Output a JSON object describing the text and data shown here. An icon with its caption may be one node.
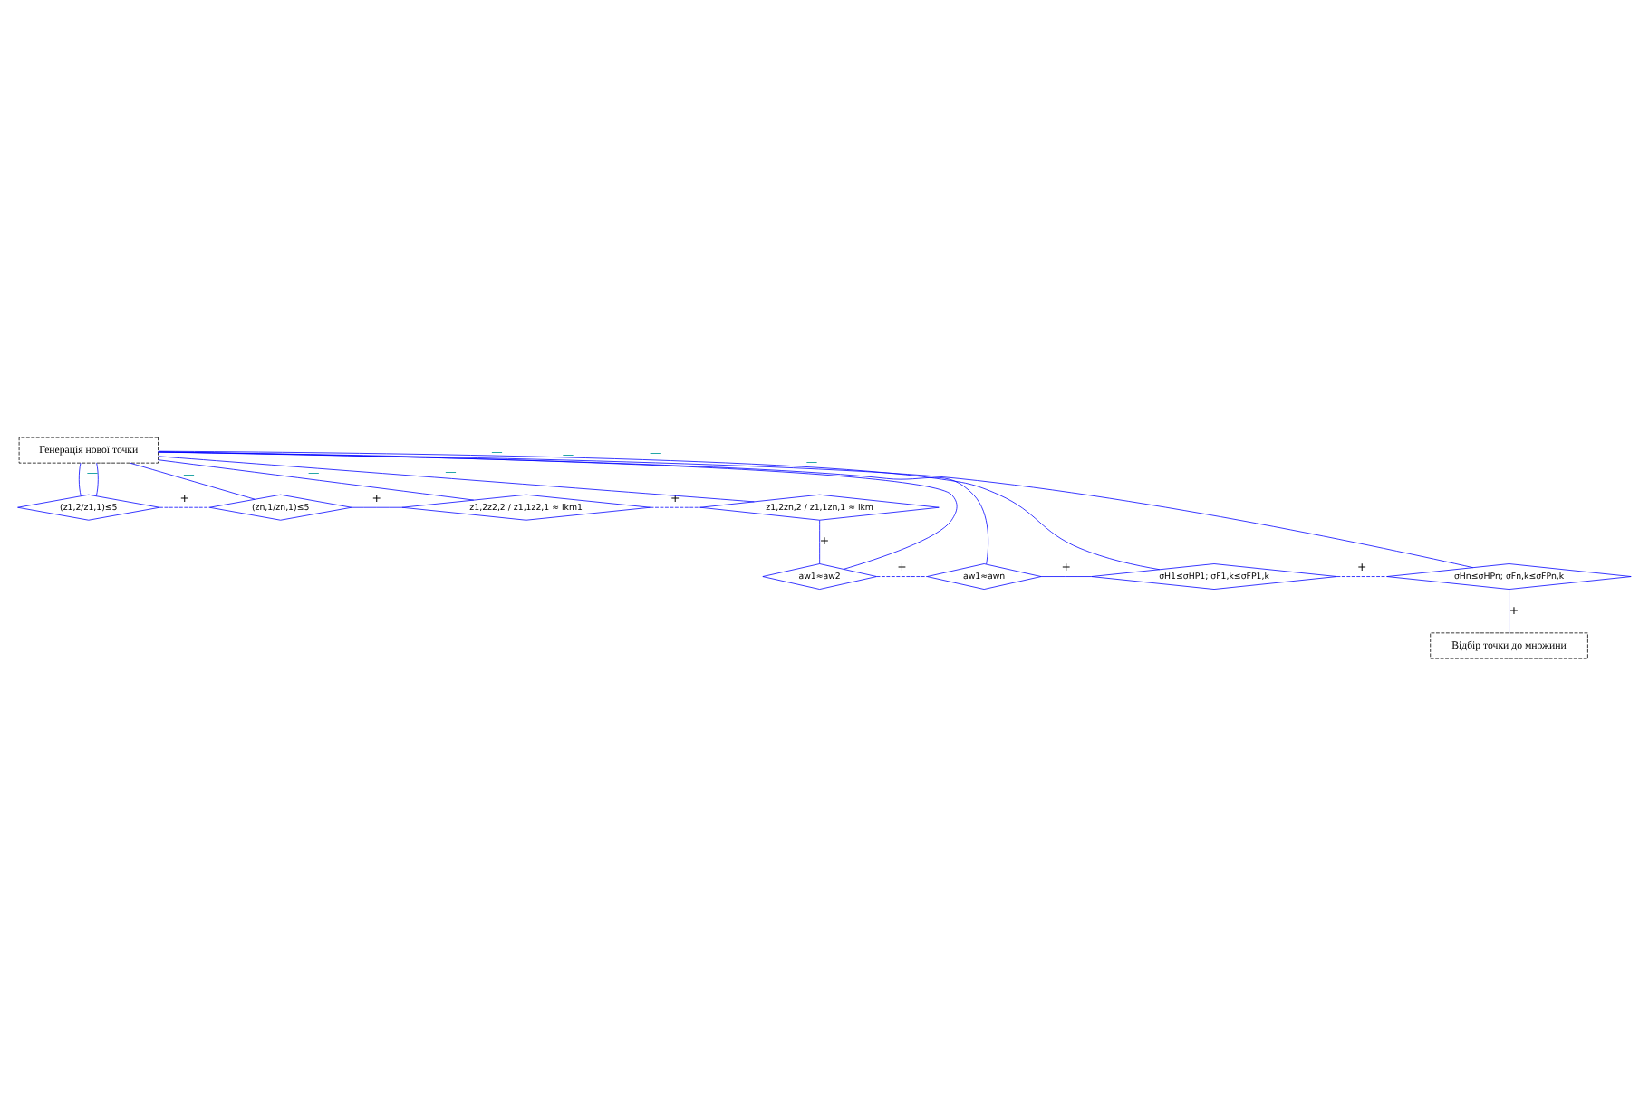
{
  "diagram": {
    "nodes": [
      {
        "text": [
          "Генерація нової точки"
        ]
      },
      {
        "text": [
          "(z1,2/z1,1)≤5"
        ]
      },
      {
        "text": [
          "(zn,1/zn,1)≤5"
        ]
      },
      {
        "text": [
          "z1,2z2,2 / z1,1z2,1 ≈ ikm1"
        ]
      },
      {
        "text": [
          "z1,2zn,2 / z1,1zn,1 ≈ ikm"
        ]
      },
      {
        "text": [
          "aw1≈aw2"
        ]
      },
      {
        "text": [
          "aw1≈awn"
        ]
      },
      {
        "text": [
          "σH1≤σHP1; σF1,k≤σFP1,k"
        ]
      },
      {
        "text": [
          "σHn≤σHPn; σFn,k≤σFPn,k"
        ]
      },
      {
        "text": [
          "Відбір точки до множини"
        ]
      }
    ],
    "edges": [
      {
        "from": 0,
        "to": 1,
        "arrow": "none"
      },
      {
        "from": 1,
        "to": 2,
        "arrow": "none",
        "label": "+",
        "style": "dashed"
      },
      {
        "from": 2,
        "to": 3,
        "arrow": "none",
        "label": "+"
      },
      {
        "from": 3,
        "to": 4,
        "arrow": "none",
        "label": "+",
        "style": "dashed"
      },
      {
        "from": 4,
        "to": 5,
        "arrow": "none",
        "label": "+"
      },
      {
        "from": 5,
        "to": 6,
        "arrow": "none",
        "label": "+",
        "style": "dashed"
      },
      {
        "from": 6,
        "to": 7,
        "arrow": "none",
        "label": "+"
      },
      {
        "from": 7,
        "to": 8,
        "arrow": "none",
        "label": "+",
        "style": "dashed"
      },
      {
        "from": 8,
        "to": 9,
        "arrow": "none",
        "label": "+"
      },
      {
        "from": 1,
        "to": 0,
        "arrow": "none",
        "label": "—"
      },
      {
        "from": 2,
        "to": 0,
        "arrow": "none",
        "label": "—"
      },
      {
        "from": 3,
        "to": 0,
        "arrow": "none",
        "label": "—"
      },
      {
        "from": 4,
        "to": 0,
        "arrow": "none",
        "label": "—"
      },
      {
        "from": 5,
        "to": 0,
        "arrow": "none",
        "label": "—"
      },
      {
        "from": 6,
        "to": 0,
        "arrow": "none",
        "label": "—"
      },
      {
        "from": 7,
        "to": 0,
        "arrow": "none",
        "label": "—"
      },
      {
        "from": 8,
        "to": 0,
        "arrow": "none",
        "label": "—"
      }
    ]
  }
}
